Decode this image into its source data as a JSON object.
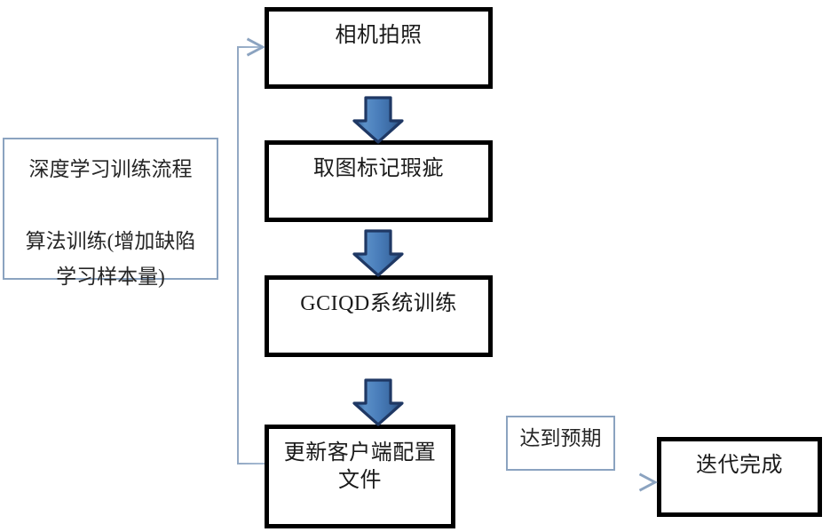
{
  "diagram": {
    "type": "flowchart",
    "title": "深度学习训练流程",
    "orientation": "top-to-bottom with feedback loop",
    "colors": {
      "node_border": "#000000",
      "node_fill": "#ffffff",
      "annotation_border": "#8ba3c0",
      "block_arrow_fill": "#4a7ebb",
      "block_arrow_stroke": "#1f3864",
      "connector_line": "#8ba3c0",
      "text": "#1a1a1a"
    },
    "info_panel": {
      "line1": "深度学习训练流程",
      "line2": "算法训练(增加缺陷",
      "line3": "学习样本量)",
      "text": "深度学习训练流程\n\n算法训练(增加缺陷\n学习样本量)"
    },
    "nodes": [
      {
        "id": "capture",
        "label": "相机拍照"
      },
      {
        "id": "annotate",
        "label": "取图标记瑕疵"
      },
      {
        "id": "train",
        "label": "GCIQD系统训练"
      },
      {
        "id": "update-config",
        "label": "更新客户端配置\n文件"
      },
      {
        "id": "iteration-done",
        "label": "迭代完成"
      }
    ],
    "edge_labels": [
      {
        "id": "expectation-met",
        "label": "达到预期"
      }
    ],
    "connectors": [
      {
        "id": "capture-to-annotate",
        "kind": "block-arrow",
        "direction": "down"
      },
      {
        "id": "annotate-to-train",
        "kind": "block-arrow",
        "direction": "down"
      },
      {
        "id": "train-to-update",
        "kind": "block-arrow",
        "direction": "down"
      },
      {
        "id": "update-to-done",
        "kind": "line-arrow",
        "direction": "right"
      },
      {
        "id": "update-to-capture-feedback",
        "kind": "line-arrow",
        "direction": "loop-left-up-right"
      }
    ]
  }
}
